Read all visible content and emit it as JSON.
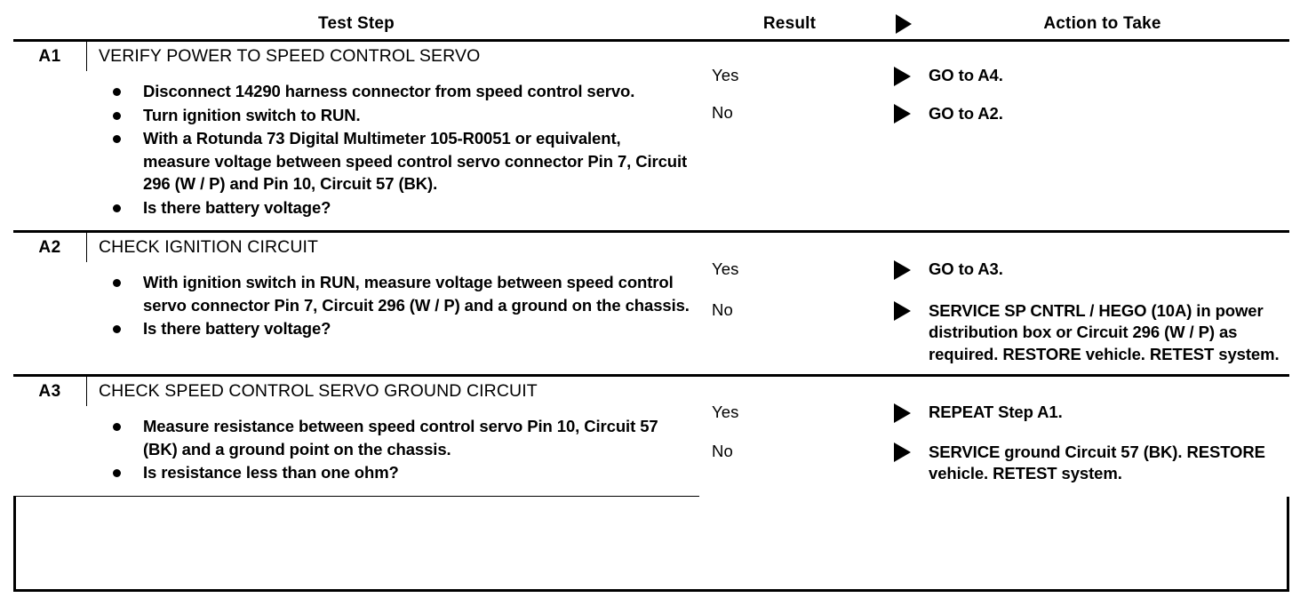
{
  "table": {
    "headers": {
      "test_step": "Test Step",
      "result": "Result",
      "action": "Action to Take",
      "result_arrow_icon": "triangle-right-icon"
    },
    "rows": [
      {
        "id": "A1",
        "title": "VERIFY POWER TO SPEED CONTROL SERVO",
        "bullets": [
          "Disconnect 14290 harness connector from speed control servo.",
          "Turn ignition switch to RUN.",
          "With a Rotunda 73 Digital Multimeter 105-R0051 or equivalent, measure voltage between speed control servo connector Pin 7, Circuit 296 (W / P) and Pin 10, Circuit 57 (BK).",
          "Is there battery voltage?"
        ],
        "results": [
          {
            "label": "Yes",
            "arrow_icon": "triangle-right-icon",
            "action": "GO to A4."
          },
          {
            "label": "No",
            "arrow_icon": "triangle-right-icon",
            "action": "GO to A2."
          }
        ]
      },
      {
        "id": "A2",
        "title": "CHECK IGNITION CIRCUIT",
        "bullets": [
          "With ignition switch in RUN, measure voltage between speed control servo connector Pin 7, Circuit 296 (W / P) and a ground on the chassis.",
          "Is there battery voltage?"
        ],
        "results": [
          {
            "label": "Yes",
            "arrow_icon": "triangle-right-icon",
            "action": "GO to A3."
          },
          {
            "label": "No",
            "arrow_icon": "triangle-right-icon",
            "action": "SERVICE SP CNTRL / HEGO (10A) in power distribution box or Circuit 296 (W / P) as required. RESTORE vehicle. RETEST system."
          }
        ]
      },
      {
        "id": "A3",
        "title": "CHECK SPEED CONTROL SERVO GROUND CIRCUIT",
        "bullets": [
          "Measure resistance between speed control servo Pin 10, Circuit 57 (BK) and a ground point on the chassis.",
          "Is resistance less than one ohm?"
        ],
        "results": [
          {
            "label": "Yes",
            "arrow_icon": "triangle-right-icon",
            "action": "REPEAT Step A1."
          },
          {
            "label": "No",
            "arrow_icon": "triangle-right-icon",
            "action": "SERVICE ground Circuit 57 (BK). RESTORE vehicle. RETEST system."
          }
        ]
      }
    ]
  },
  "colors": {
    "ink": "#000000",
    "paper": "#ffffff"
  }
}
